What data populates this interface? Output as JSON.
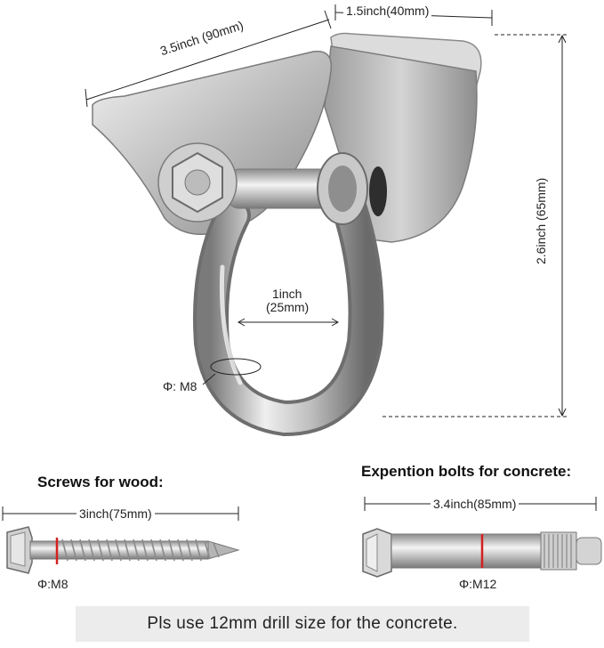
{
  "dimensions": {
    "width_bracket": "3.5inch (90mm)",
    "depth_bracket": "1.5inch(40mm)",
    "height": "2.6inch (65mm)",
    "shackle_inner_line1": "1inch",
    "shackle_inner_line2": "(25mm)",
    "shackle_diameter": "Φ: M8"
  },
  "wood_screws": {
    "heading": "Screws for wood:",
    "length": "3inch(75mm)",
    "diameter": "Φ:M8"
  },
  "concrete_bolts": {
    "heading": "Expention bolts for concrete:",
    "length": "3.4inch(85mm)",
    "diameter": "Φ:M12"
  },
  "note": "Pls use 12mm drill size for the concrete.",
  "colors": {
    "metal_light": "#e6e6e6",
    "metal_mid": "#b9b9b9",
    "metal_dark": "#6f6f6f",
    "marker_red": "#d62020"
  }
}
